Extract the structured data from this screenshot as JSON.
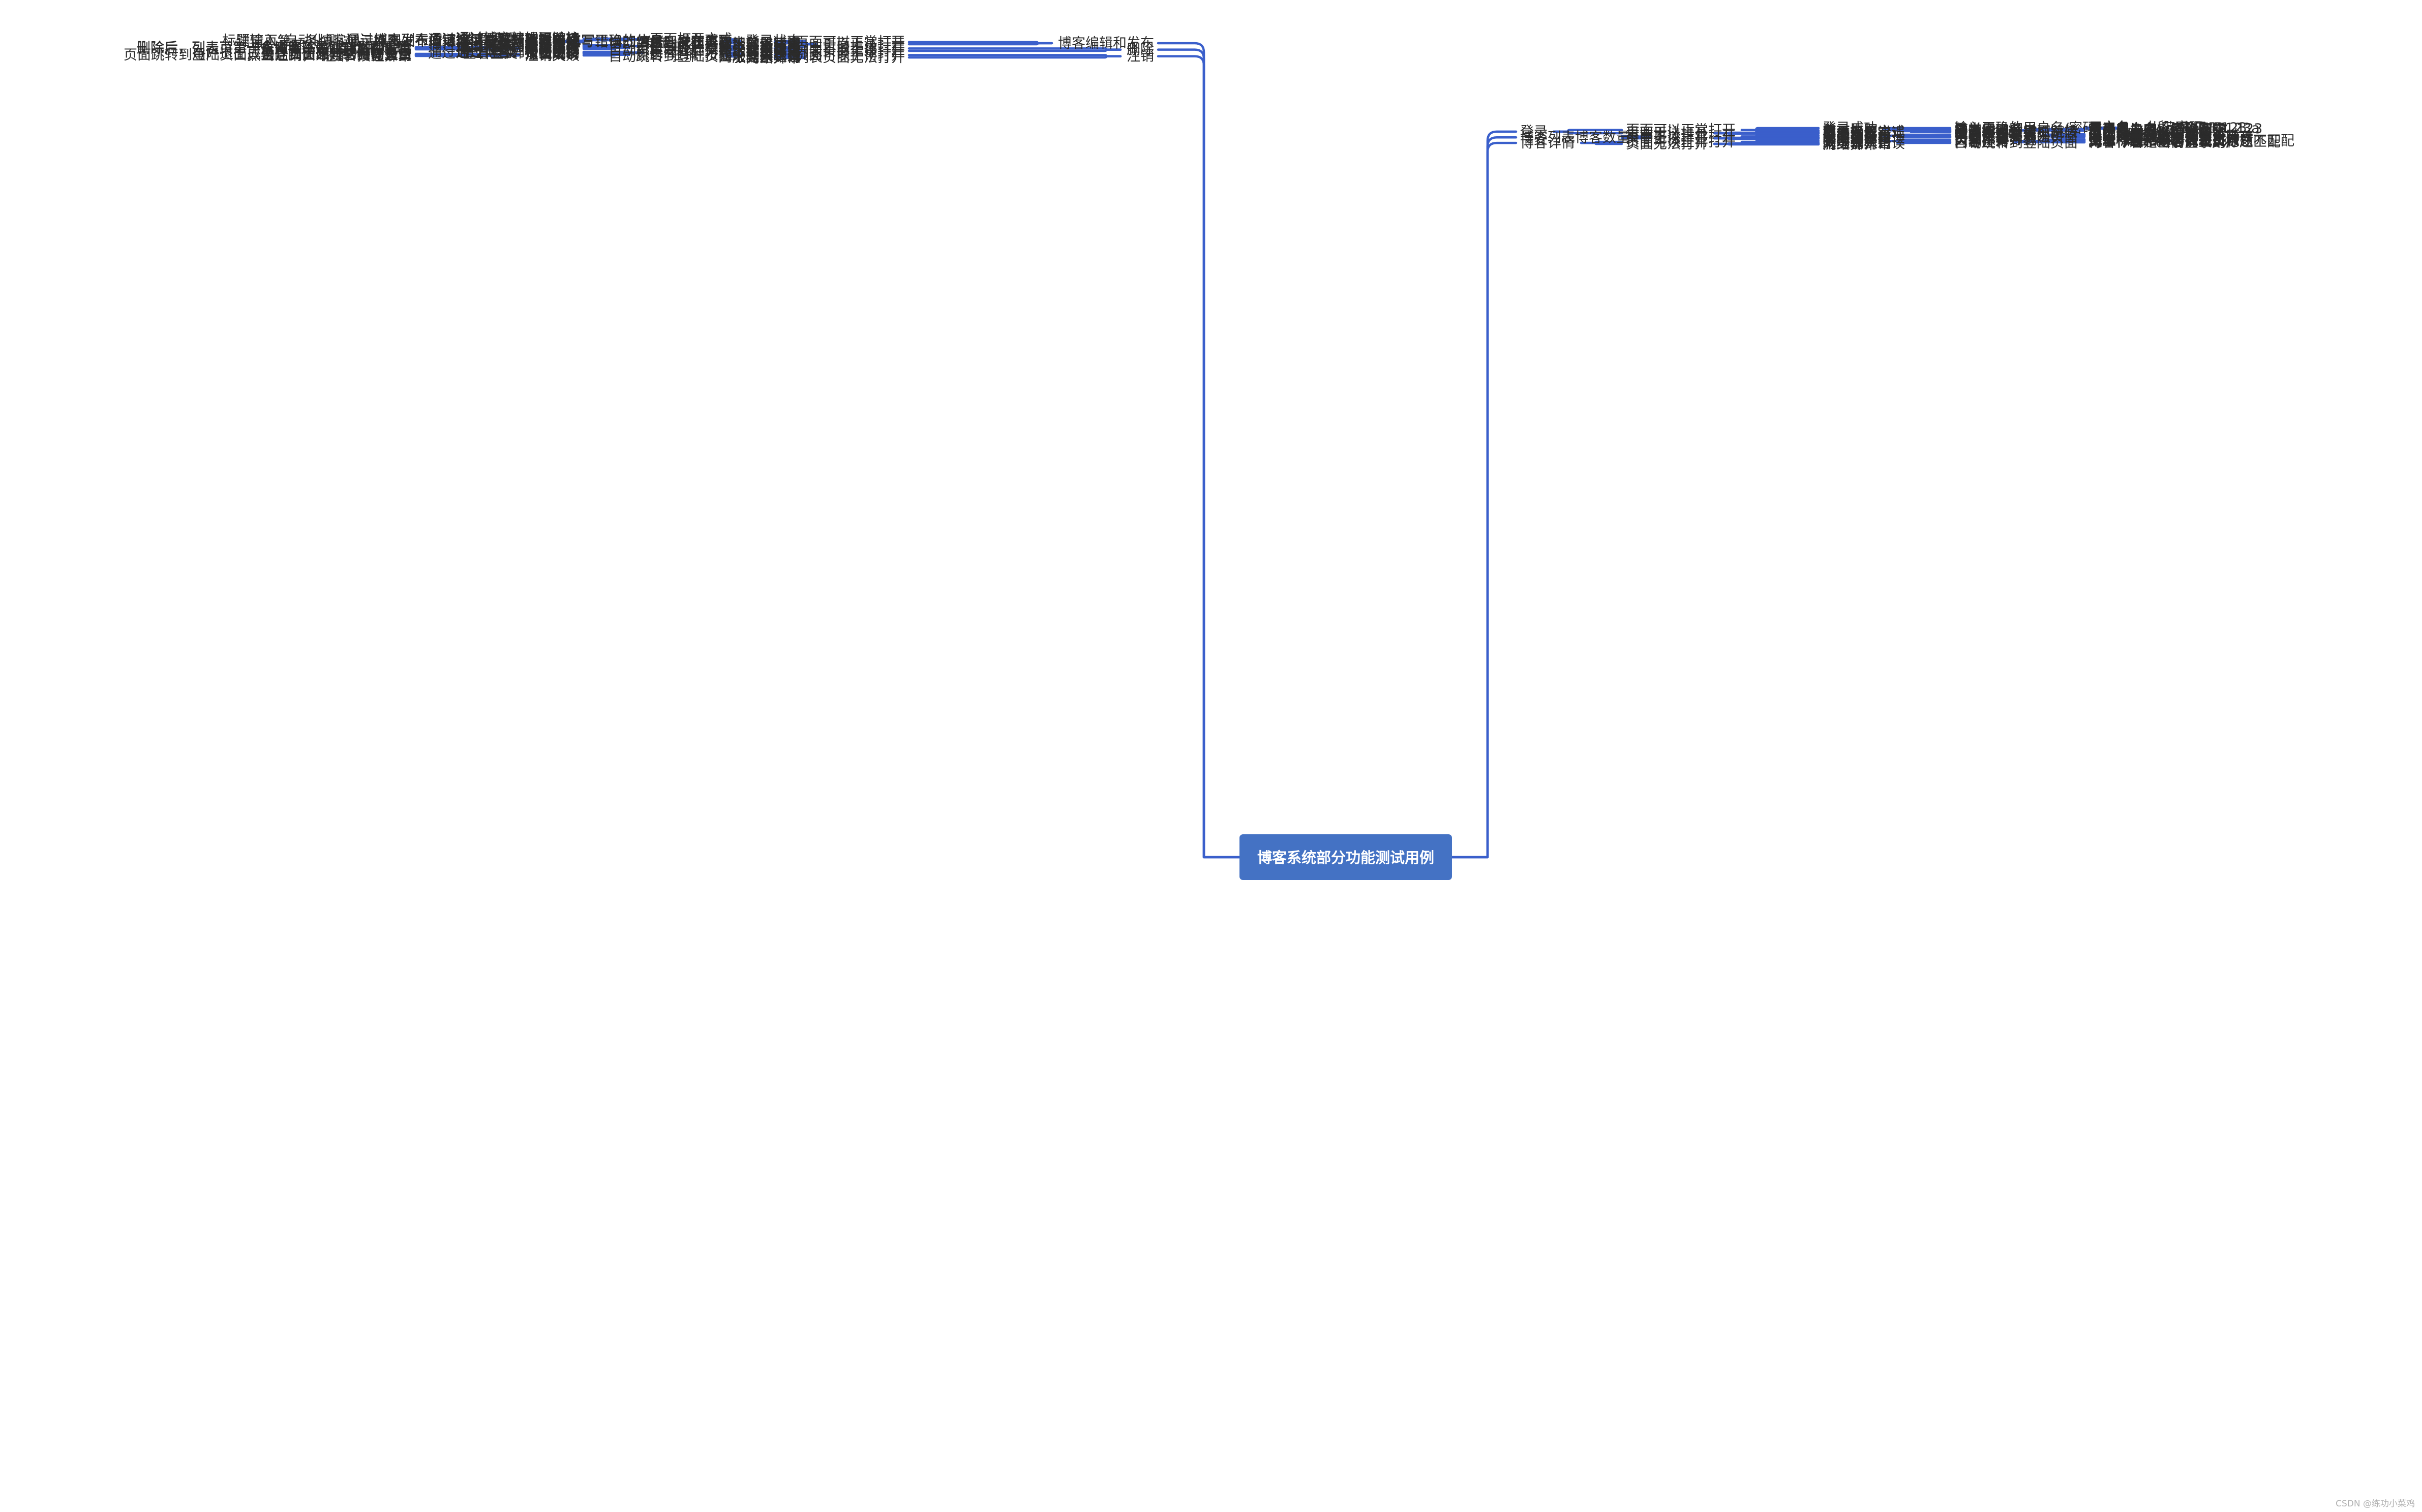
{
  "title": "博客系统部分功能测试用例",
  "watermark": "CSDN @练功小菜鸡",
  "colors": {
    "edge": "#3a5fcb",
    "root_fill": "#4472c4",
    "root_text": "#ffffff",
    "text": "#2b2b2b"
  },
  "branches": {
    "left": [
      {
        "label": "博客编辑和发布",
        "children": [
          {
            "label": "页面可以正常打开",
            "children": [
              {
                "label": "登录状态",
                "children": [
                  {
                    "label": "页面打开方式",
                    "children": [
                      {
                        "label": "通过博客编辑页链接"
                      },
                      {
                        "label": "通过“编辑”按钮跳转"
                      },
                      {
                        "label": "通过“查看全文”按钮跳转"
                      },
                      {
                        "label": "通过博客列表页链接（查看是否发布）"
                      }
                    ]
                  },
                  {
                    "label": "填写正确的信息，发布成功",
                    "children": [
                      {
                        "label": "标题输入“自动化测试”，点击发布按钮，博客跳转到详情页"
                      },
                      {
                        "label": "详情页第一条博客展示刚刚发布的博客信息（标题时间）"
                      }
                    ]
                  },
                  {
                    "label": "填写错误的信息，发布失败",
                    "children": [
                      {
                        "label": "标题信息异常"
                      },
                      {
                        "label": "内容异常"
                      }
                    ]
                  },
                  {
                    "label": "“发布”按钮异常"
                  }
                ]
              },
              {
                "label": "未登录状态",
                "children": [
                  {
                    "label": "自动跳转到登陆页面"
                  }
                ]
              }
            ]
          },
          {
            "label": "页面无法打开",
            "children": [
              {
                "label": "网址输入错误"
              },
              {
                "label": "服务器异常"
              },
              {
                "label": "网络异常"
              }
            ]
          }
        ]
      },
      {
        "label": "删除",
        "children": [
          {
            "label": "页面可以正常打开",
            "children": [
              {
                "label": "登录状态",
                "children": [
                  {
                    "label": "页面打开方式",
                    "children": [
                      {
                        "label": "通过博客列表页链接"
                      },
                      {
                        "label": "通过“登录”按钮跳转"
                      },
                      {
                        "label": "通过博客详情页链接"
                      },
                      {
                        "label": "通过“查看全文”按钮跳转"
                      }
                    ]
                  },
                  {
                    "label": "点击“删除”按钮",
                    "children": [
                      {
                        "label": "删除成功",
                        "children": [
                          {
                            "label": "点击删除，跳转到列表页"
                          },
                          {
                            "label": "删除后，列表页第一条博客不是“自动化测试”"
                          }
                        ]
                      },
                      {
                        "label": "删除失败",
                        "children": [
                          {
                            "label": "删除后，列表页第一条博客还是“自动化测试”"
                          },
                          {
                            "label": "点击删除，不跳转到列表页"
                          },
                          {
                            "label": "“删除”按钮异常"
                          }
                        ]
                      }
                    ]
                  }
                ]
              },
              {
                "label": "未登录状态",
                "children": [
                  {
                    "label": "自动跳转到登陆页面"
                  }
                ]
              }
            ]
          },
          {
            "label": "列表页面无法打开",
            "children": [
              {
                "label": "网址输入错误"
              },
              {
                "label": "服务器异常"
              },
              {
                "label": "网络异常"
              }
            ]
          }
        ]
      },
      {
        "label": "注销",
        "children": [
          {
            "label": "页面可以正常打开",
            "children": [
              {
                "label": "登录状态",
                "children": [
                  {
                    "label": "页面打开方式",
                    "children": [
                      {
                        "label": "通过博客列表页链接"
                      },
                      {
                        "label": "通过“登录”按钮跳转"
                      },
                      {
                        "label": "通过博客详情页链接"
                      },
                      {
                        "label": "通过“查看全文”按钮跳转"
                      }
                    ]
                  },
                  {
                    "label": "点击“注销”按钮",
                    "children": [
                      {
                        "label": "注销成功",
                        "children": [
                          {
                            "label": "用户退出成功，页面跳转到登陆页面"
                          },
                          {
                            "label": "且登陆页面账号密码为空"
                          }
                        ]
                      },
                      {
                        "label": "注销失败",
                        "children": [
                          {
                            "label": "页面跳转到登陆页面，登陆页面账号密码仍显示"
                          },
                          {
                            "label": "点击注销，不跳转到登录页"
                          },
                          {
                            "label": "“注销”按钮异常"
                          }
                        ]
                      }
                    ]
                  }
                ]
              },
              {
                "label": "未登录状态",
                "children": [
                  {
                    "label": "自动跳转到登陆页面"
                  }
                ]
              }
            ]
          },
          {
            "label": "列表页面无法打开",
            "children": [
              {
                "label": "网址输入错误"
              },
              {
                "label": "服务器异常"
              },
              {
                "label": "网络异常"
              }
            ]
          }
        ]
      }
    ],
    "right": [
      {
        "label": "登录",
        "children": [
          {
            "label": "页面可以正常打开",
            "children": [
              {
                "label": "登录成功",
                "children": [
                  {
                    "label": "输入正确的用户名/密码",
                    "children": [
                      {
                        "label": "用户名：小段  密码：  123"
                      },
                      {
                        "label": "用户名：  小范  密码：  123a"
                      },
                      {
                        "label": "用户名：  admin 密码：123"
                      }
                    ]
                  }
                ]
              },
              {
                "label": "登录失败",
                "children": [
                  {
                    "label": "异常用户名",
                    "children": [
                      {
                        "label": "错误用户名，正确密码"
                      },
                      {
                        "label": "用户名为空，密码非空"
                      }
                    ]
                  },
                  {
                    "label": "异常密码",
                    "children": [
                      {
                        "label": "正确用户名，错误密码"
                      },
                      {
                        "label": "用户名非空，密码为空"
                      }
                    ]
                  },
                  {
                    "label": "登录按钮异常"
                  }
                ]
              },
              {
                "label": "页面打开方式",
                "children": [
                  {
                    "label": "通过博客登录页链接"
                  },
                  {
                    "label": "通过“注销”按钮跳转"
                  }
                ]
              }
            ]
          },
          {
            "label": "页面无法打开",
            "children": [
              {
                "label": "网址输入错误"
              },
              {
                "label": "服务器异常"
              },
              {
                "label": "网络异常"
              }
            ]
          }
        ]
      },
      {
        "label": "博客列表博客数量",
        "children": [
          {
            "label": "页面可以正常打开",
            "children": [
              {
                "label": "登录状态",
                "children": [
                  {
                    "label": "页面打开方式",
                    "children": [
                      {
                        "label": "通过博客列表页链接"
                      },
                      {
                        "label": "通过“删除”按钮跳转"
                      },
                      {
                        "label": "通过“发布博客”按钮跳转"
                      }
                    ]
                  },
                  {
                    "label": "博客数量显示为0",
                    "children": [
                      {
                        "label": "未写博客"
                      },
                      {
                        "label": "网络异常，数据未存入内存"
                      }
                    ]
                  },
                  {
                    "label": "博客数量不为0",
                    "children": [
                      {
                        "label": "发布的博客已保存"
                      }
                    ]
                  }
                ]
              },
              {
                "label": "未登录状态",
                "children": [
                  {
                    "label": "自动跳转到登陆页面"
                  }
                ]
              }
            ]
          },
          {
            "label": "页面无法打开",
            "children": [
              {
                "label": "网址输入错误"
              },
              {
                "label": "服务器异常"
              },
              {
                "label": "网络异常"
              }
            ]
          }
        ]
      },
      {
        "label": "博客详情",
        "children": [
          {
            "label": "页面可以正常打开",
            "children": [
              {
                "label": "登陆状态",
                "children": [
                  {
                    "label": "页面打开方式",
                    "children": [
                      {
                        "label": "通过“查看全文”按钮跳转"
                      },
                      {
                        "label": "通过博客列表页链接"
                      },
                      {
                        "label": "通过“博客编辑”按钮跳转"
                      }
                    ]
                  },
                  {
                    "label": "内容异常",
                    "children": [
                      {
                        "label": "文章标题和博客列表页标题不匹配"
                      },
                      {
                        "label": "博客作者不是当前登录用户"
                      }
                    ]
                  },
                  {
                    "label": "内容正常",
                    "children": [
                      {
                        "label": "文章标题和博客列表页标题匹配"
                      },
                      {
                        "label": "博客作者是当前登录用户"
                      }
                    ]
                  }
                ]
              },
              {
                "label": "未登录状态",
                "children": [
                  {
                    "label": "自动跳转到登陆页面"
                  }
                ]
              }
            ]
          },
          {
            "label": "页面无法打开",
            "children": [
              {
                "label": "网址输入错误"
              },
              {
                "label": "服务器异常"
              },
              {
                "label": "网络异常"
              }
            ]
          }
        ]
      }
    ]
  }
}
